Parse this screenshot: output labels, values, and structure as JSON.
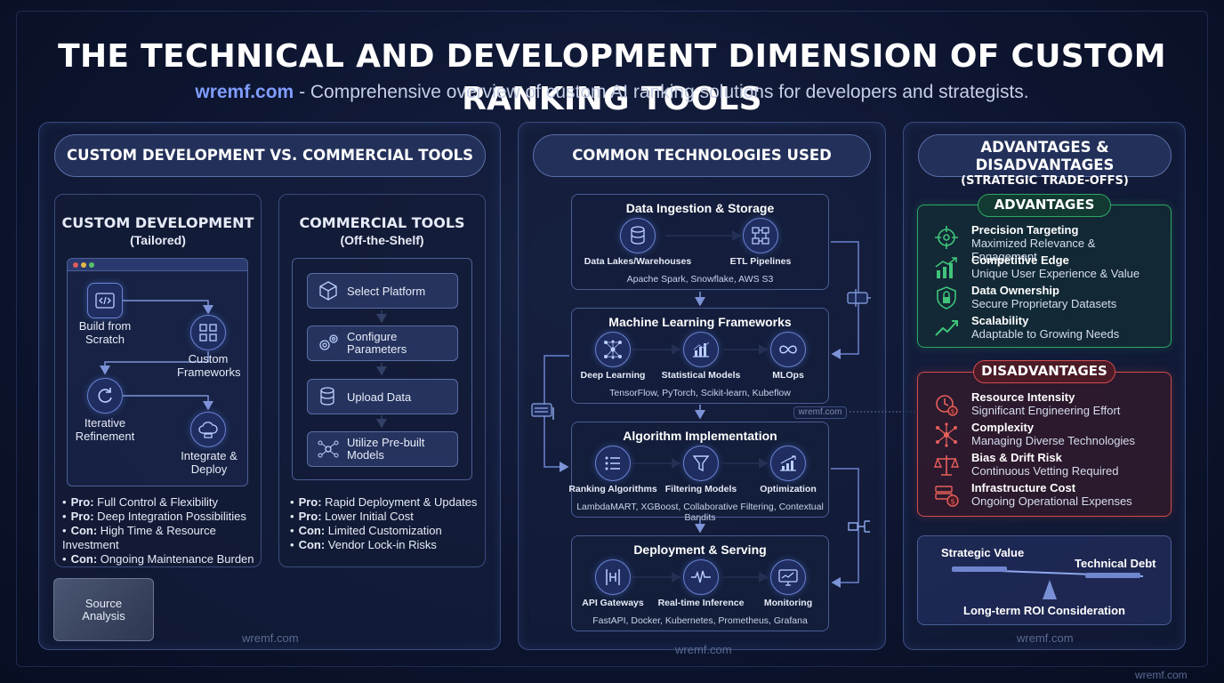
{
  "header": {
    "title": "THE TECHNICAL AND DEVELOPMENT DIMENSION OF CUSTOM RANKING TOOLS",
    "brand": "wremf.com",
    "subtitle": " - Comprehensive overview of custom AI ranking solutions for developers and strategists."
  },
  "left_section": {
    "header": "CUSTOM DEVELOPMENT VS. COMMERCIAL TOOLS",
    "custom": {
      "title": "CUSTOM DEVELOPMENT",
      "subtitle": "(Tailored)",
      "nodes": [
        {
          "label": "Build from Scratch",
          "icon": "code-icon"
        },
        {
          "label": "Custom Frameworks",
          "icon": "framework-icon"
        },
        {
          "label": "Iterative Refinement",
          "icon": "refresh-icon"
        },
        {
          "label": "Integrate & Deploy",
          "icon": "cloud-deploy-icon"
        }
      ],
      "points": [
        {
          "tag": "Pro:",
          "text": " Full Control & Flexibility"
        },
        {
          "tag": "Pro:",
          "text": " Deep Integration Possibilities"
        },
        {
          "tag": "Con:",
          "text": " High Time & Resource Investment"
        },
        {
          "tag": "Con:",
          "text": " Ongoing Maintenance Burden"
        }
      ]
    },
    "commercial": {
      "title": "COMMERCIAL TOOLS",
      "subtitle": "(Off-the-Shelf)",
      "steps": [
        {
          "label": "Select Platform",
          "icon": "box-icon"
        },
        {
          "label": "Configure Parameters",
          "icon": "gears-icon"
        },
        {
          "label": "Upload Data",
          "icon": "database-icon"
        },
        {
          "label": "Utilize Pre-built Models",
          "icon": "network-icon"
        }
      ],
      "points": [
        {
          "tag": "Pro:",
          "text": " Rapid Deployment & Updates"
        },
        {
          "tag": "Pro:",
          "text": " Lower Initial Cost"
        },
        {
          "tag": "Con:",
          "text": " Limited Customization"
        },
        {
          "tag": "Con:",
          "text": " Vendor Lock-in Risks"
        }
      ]
    },
    "source_button": "Source Analysis",
    "watermark": "wremf.com"
  },
  "middle_section": {
    "header": "COMMON TECHNOLOGIES USED",
    "boxes": [
      {
        "title": "Data Ingestion & Storage",
        "nodes": [
          {
            "label": "Data Lakes/Warehouses",
            "icon": "database-icon"
          },
          {
            "label": "ETL Pipelines",
            "icon": "pipeline-icon"
          }
        ],
        "footer": "Apache Spark, Snowflake, AWS S3"
      },
      {
        "title": "Machine Learning Frameworks",
        "nodes": [
          {
            "label": "Deep Learning",
            "icon": "neural-icon"
          },
          {
            "label": "Statistical Models",
            "icon": "bar-chart-icon"
          },
          {
            "label": "MLOps",
            "icon": "infinity-icon"
          }
        ],
        "footer": "TensorFlow, PyTorch, Scikit-learn, Kubeflow"
      },
      {
        "title": "Algorithm Implementation",
        "nodes": [
          {
            "label": "Ranking Algorithms",
            "icon": "list-icon"
          },
          {
            "label": "Filtering Models",
            "icon": "funnel-icon"
          },
          {
            "label": "Optimization",
            "icon": "trend-chart-icon"
          }
        ],
        "footer": "LambdaMART, XGBoost, Collaborative Filtering, Contextual Bandits"
      },
      {
        "title": "Deployment & Serving",
        "nodes": [
          {
            "label": "API Gateways",
            "icon": "gateway-icon"
          },
          {
            "label": "Real-time Inference",
            "icon": "pulse-icon"
          },
          {
            "label": "Monitoring",
            "icon": "monitor-icon"
          }
        ],
        "footer": "FastAPI, Docker, Kubernetes, Prometheus, Grafana"
      }
    ],
    "inline_watermark": "wremf.com",
    "watermark": "wremf.com"
  },
  "right_section": {
    "header": "ADVANTAGES & DISADVANTAGES",
    "header_sub": "(STRATEGIC TRADE-OFFS)",
    "advantages_title": "ADVANTAGES",
    "advantages": [
      {
        "title": "Precision Targeting",
        "desc": "Maximized Relevance & Engagement",
        "icon": "crosshair-icon"
      },
      {
        "title": "Competitive Edge",
        "desc": "Unique User Experience & Value",
        "icon": "bar-growth-icon"
      },
      {
        "title": "Data Ownership",
        "desc": "Secure Proprietary Datasets",
        "icon": "shield-lock-icon"
      },
      {
        "title": "Scalability",
        "desc": "Adaptable to Growing Needs",
        "icon": "trend-up-icon"
      }
    ],
    "disadvantages_title": "DISADVANTAGES",
    "disadvantages": [
      {
        "title": "Resource Intensity",
        "desc": "Significant Engineering Effort",
        "icon": "clock-dollar-icon"
      },
      {
        "title": "Complexity",
        "desc": "Managing Diverse Technologies",
        "icon": "hub-icon"
      },
      {
        "title": "Bias & Drift Risk",
        "desc": "Continuous Vetting Required",
        "icon": "scales-icon"
      },
      {
        "title": "Infrastructure Cost",
        "desc": "Ongoing Operational Expenses",
        "icon": "server-dollar-icon"
      }
    ],
    "balance": {
      "left": "Strategic Value",
      "right": "Technical Debt",
      "caption": "Long-term ROI Consideration"
    },
    "watermark": "wremf.com"
  },
  "corner_watermark": "wremf.com",
  "colors": {
    "background": "#0d1530",
    "accent": "#7f9cff",
    "advantages": "#2fa866",
    "disadvantages": "#d24b4b"
  }
}
